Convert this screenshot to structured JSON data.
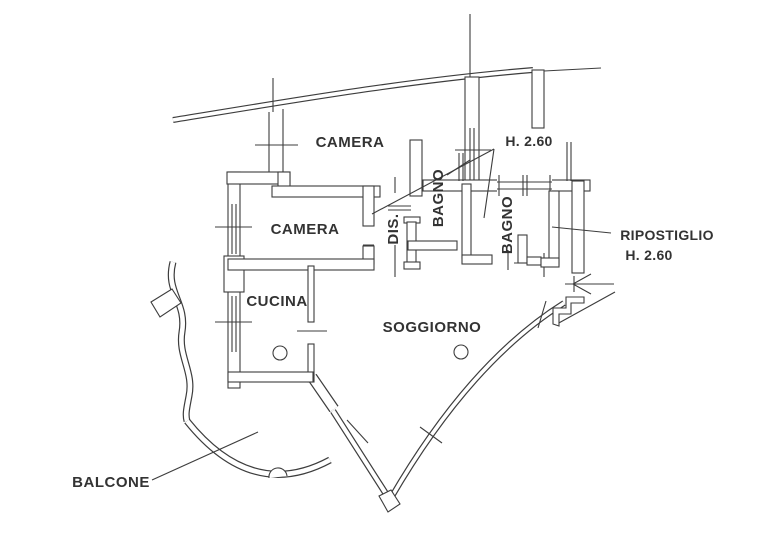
{
  "drawing": {
    "type": "floor-plan",
    "background_color": "#ffffff",
    "line_color": "#3d3d3d",
    "text_color": "#333333"
  },
  "rooms": [
    {
      "id": "camera-1",
      "label": "CAMERA"
    },
    {
      "id": "camera-2",
      "label": "CAMERA"
    },
    {
      "id": "bagno-1",
      "label": "BAGNO"
    },
    {
      "id": "bagno-2",
      "label": "BAGNO"
    },
    {
      "id": "dis",
      "label": "DIS."
    },
    {
      "id": "cucina",
      "label": "CUCINA"
    },
    {
      "id": "soggiorno",
      "label": "SOGGIORNO"
    },
    {
      "id": "ripostiglio",
      "label": "RIPOSTIGLIO"
    },
    {
      "id": "balcone",
      "label": "BALCONE"
    }
  ],
  "annotations": [
    {
      "id": "height-top",
      "label": "H. 2.60"
    },
    {
      "id": "height-ripostiglio",
      "label": "H. 2.60"
    }
  ]
}
